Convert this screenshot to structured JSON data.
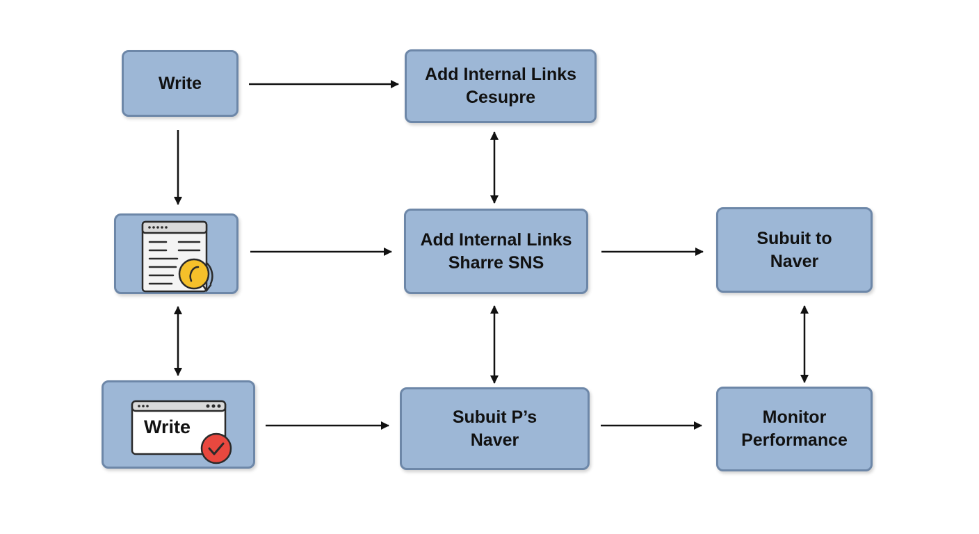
{
  "nodes": {
    "write_top": {
      "label": "Write"
    },
    "links_censure": {
      "line1": "Add Internal Links",
      "line2": "Cesupre"
    },
    "links_share": {
      "line1": "Add Internal Links",
      "line2": "Sharre SNS"
    },
    "submit_naver": {
      "line1": "Subuit to",
      "line2": "Naver"
    },
    "submit_ps_naver": {
      "line1": "Subuit P’s",
      "line2": "Naver"
    },
    "monitor": {
      "line1": "Monitor",
      "line2": "Performance"
    },
    "write_check": {
      "label": "Write",
      "icon": "browser-window-check-icon"
    },
    "doc_clock": {
      "icon": "document-clock-icon"
    }
  },
  "colors": {
    "box_fill": "#9db7d6",
    "box_border": "#6d87a8",
    "arrow": "#111111",
    "clock": "#f5c02a",
    "check": "#e9483f"
  }
}
